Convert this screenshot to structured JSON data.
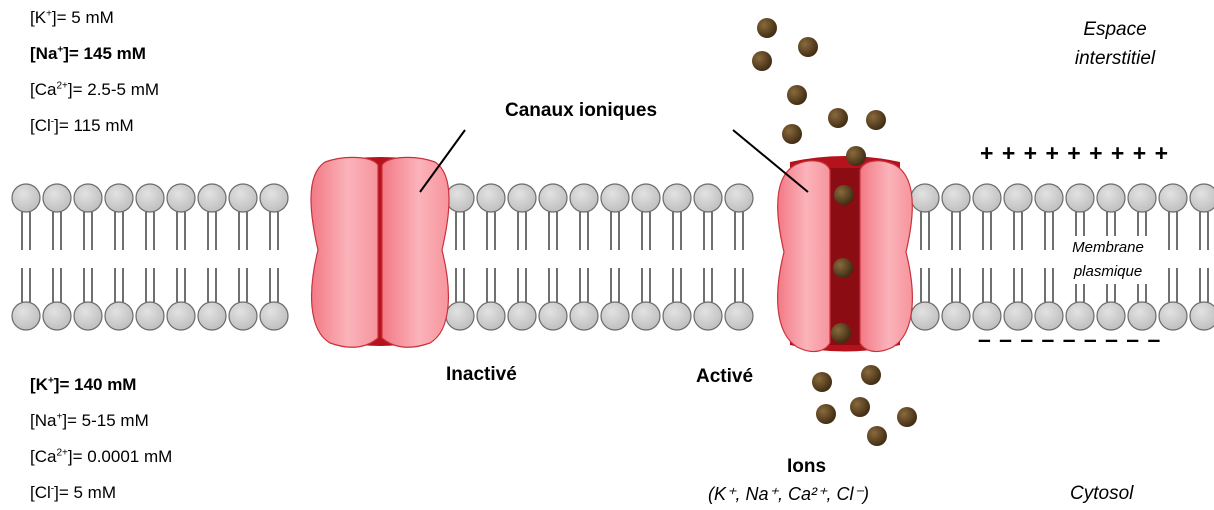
{
  "outside_concentrations": [
    {
      "ion": "K",
      "charge": "+",
      "value": "]= 5 mM",
      "bold": false
    },
    {
      "ion": "Na",
      "charge": "+",
      "value": "]= 145 mM",
      "bold": true
    },
    {
      "ion": "Ca",
      "charge": "2+",
      "value": "]= 2.5-5 mM",
      "bold": false
    },
    {
      "ion": "Cl",
      "charge": "-",
      "value": "]= 115 mM",
      "bold": false
    }
  ],
  "inside_concentrations": [
    {
      "ion": "K",
      "charge": "+",
      "value": "]= 140 mM",
      "bold": true
    },
    {
      "ion": "Na",
      "charge": "+",
      "value": "]= 5-15 mM",
      "bold": false
    },
    {
      "ion": "Ca",
      "charge": "2+",
      "value": "]= 0.0001 mM",
      "bold": false
    },
    {
      "ion": "Cl",
      "charge": "-",
      "value": "]= 5 mM",
      "bold": false
    }
  ],
  "labels": {
    "channels": "Canaux ioniques",
    "inactive": "Inactivé",
    "active": "Activé",
    "ions_title": "Ions",
    "ions_list": "(K⁺, Na⁺, Ca²⁺, Cl⁻)",
    "space_line1": "Espace",
    "space_line2": "interstitiel",
    "membrane_line1": "Membrane",
    "membrane_line2": "plasmique",
    "cytosol": "Cytosol",
    "plus_signs": "+ + + + + + + + +",
    "minus_signs": "– – – – – – – – –"
  },
  "colors": {
    "lipid_head": "#cfcfcf",
    "lipid_stroke": "#6b6b6b",
    "channel_light": "#f9a5ad",
    "channel_dark": "#b5121b",
    "ion": "#4a3418"
  }
}
